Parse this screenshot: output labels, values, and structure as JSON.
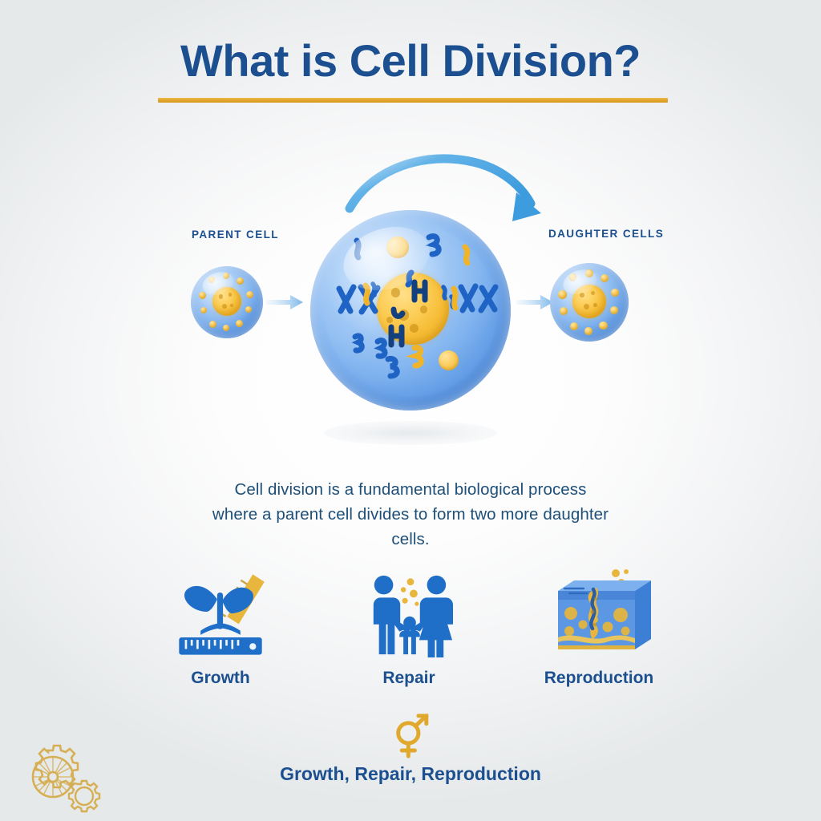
{
  "title": "What is Cell Division?",
  "theme": {
    "primary_blue": "#1b4f8f",
    "cell_blue": "#5b97e3",
    "accent_gold": "#e0a92e",
    "text_blue": "#1d4f78",
    "background": "#e6e9ea"
  },
  "diagram": {
    "parent_label": "PARENT CELL",
    "daughter_label": "DAUGHTER CELLS",
    "parent_cell_icon": "parent-cell-icon",
    "central_cell_icon": "dividing-cell-icon",
    "daughter_cell_icon": "daughter-cell-icon",
    "flow_arrow_left_icon": "arrow-right-icon",
    "flow_arrow_right_icon": "arrow-right-icon",
    "cycle_arrow_icon": "curved-arrow-icon"
  },
  "description": "Cell division is a fundamental biological process where a parent cell divides to form two more daughter cells.",
  "benefits": [
    {
      "label": "Growth",
      "icon": "plant-ruler-icon"
    },
    {
      "label": "Repair",
      "icon": "family-icon"
    },
    {
      "label": "Reproduction",
      "icon": "skin-layers-icon"
    }
  ],
  "footer": {
    "caption": "Growth, Repair, Reproduction",
    "icon": "gender-symbol-icon"
  },
  "watermark": {
    "icon": "gears-icon"
  }
}
